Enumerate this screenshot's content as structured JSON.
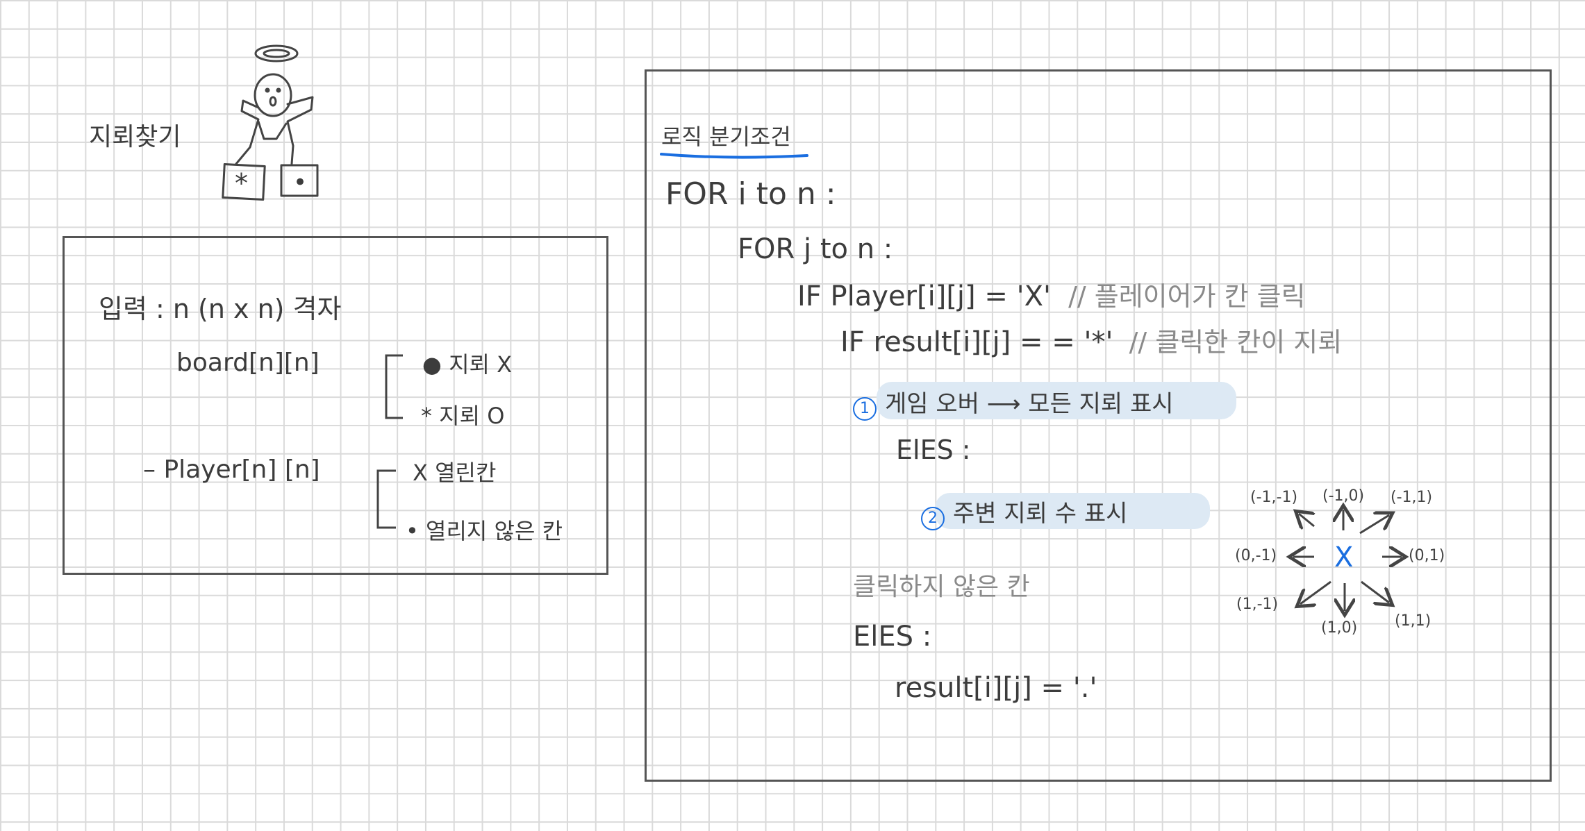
{
  "title": "지뢰찾기",
  "input_box": {
    "input_line": "입력 : n   (n x n) 격자",
    "board_label": "board[n][n]",
    "board_opt1": "● 지뢰 X",
    "board_opt2": "* 지뢰 O",
    "player_label": "– Player[n] [n]",
    "player_opt1": "X  열린칸",
    "player_opt2": "•  열리지 않은 칸"
  },
  "logic_box": {
    "heading": "로직 분기조건",
    "line1": "FOR i to n :",
    "line2": "FOR j to n :",
    "line3_code": "IF Player[i][j] = 'X'",
    "line3_comment": "// 플레이어가 칸 클릭",
    "line4_code": "IF result[i][j] = = '*'",
    "line4_comment": "// 클릭한  칸이 지뢰",
    "step1_num": "1",
    "step1_text": "게임 오버 ⟶ 모든 지뢰 표시",
    "else1": "ElES :",
    "step2_num": "2",
    "step2_text": "주변  지뢰  수  표시",
    "unclicked_note": "클릭하지  않은  칸",
    "else2": "ElES :",
    "result_line": "result[i][j] = '.'"
  },
  "neighbors": {
    "center": "X",
    "tl": "(-1,-1)",
    "t": "(-1,0)",
    "tr": "(-1,1)",
    "l": "(0,-1)",
    "r": "(0,1)",
    "bl": "(1,-1)",
    "b": "(1,0)",
    "br": "(1,1)"
  },
  "doodle": {
    "box1": "*",
    "box2": "•"
  },
  "colors": {
    "ink": "#3c3c3c",
    "accent": "#1a6ee0",
    "highlight": "#dde9f4",
    "comment": "#8a8a8a",
    "grid": "#dadada"
  }
}
